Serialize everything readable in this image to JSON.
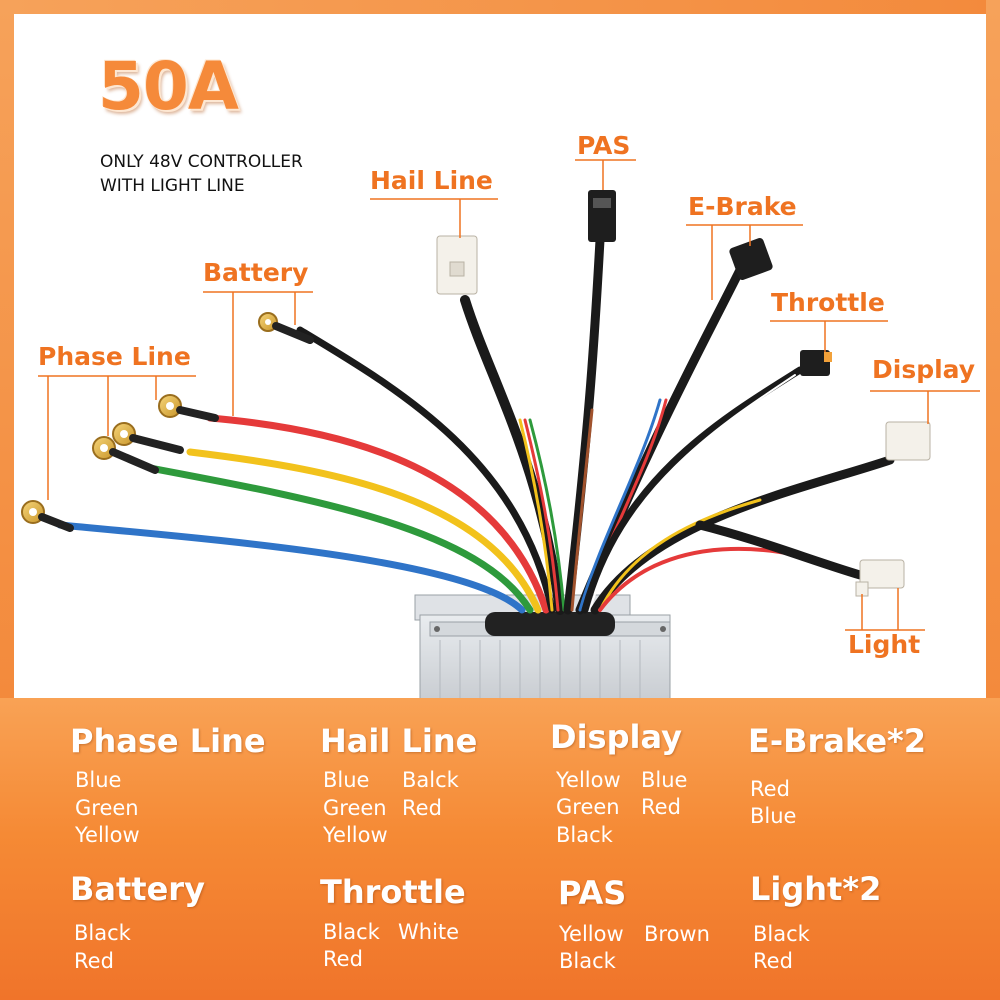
{
  "header": {
    "title": "50A",
    "subtitle_line1": "ONLY 48V CONTROLLER",
    "subtitle_line2": "WITH LIGHT LINE"
  },
  "labels": {
    "phase_line": "Phase Line",
    "battery": "Battery",
    "hail_line": "Hail Line",
    "pas": "PAS",
    "e_brake": "E-Brake",
    "throttle": "Throttle",
    "display": "Display",
    "light": "Light"
  },
  "legend": {
    "phase_line": {
      "title": "Phase Line",
      "colors": [
        "Blue",
        "Green",
        "Yellow"
      ]
    },
    "hail_line": {
      "title": "Hail Line",
      "colors": [
        "Blue",
        "Balck",
        "Green",
        "Red",
        "Yellow"
      ]
    },
    "display": {
      "title": "Display",
      "colors": [
        "Yellow",
        "Blue",
        "Green",
        "Red",
        "Black"
      ]
    },
    "e_brake": {
      "title": "E-Brake*2",
      "colors": [
        "Red",
        "Blue"
      ]
    },
    "battery": {
      "title": "Battery",
      "colors": [
        "Black",
        "Red"
      ]
    },
    "throttle": {
      "title": "Throttle",
      "colors": [
        "Black",
        "White",
        "Red"
      ]
    },
    "pas": {
      "title": "PAS",
      "colors": [
        "Yellow",
        "Brown",
        "Black"
      ]
    },
    "light": {
      "title": "Light*2",
      "colors": [
        "Black",
        "Red"
      ]
    }
  },
  "colors": {
    "accent": "#ef7321",
    "panel": "#f58a35",
    "wire_red": "#e53a3a",
    "wire_yellow": "#f2c21c",
    "wire_green": "#2e9a3c",
    "wire_blue": "#2f74c8",
    "wire_black": "#1a1a1a"
  }
}
